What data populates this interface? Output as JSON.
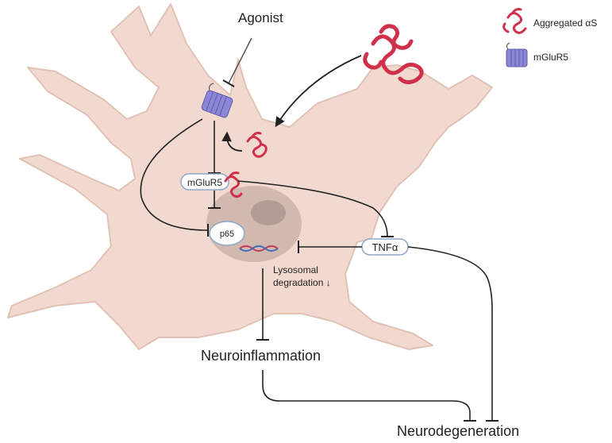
{
  "labels": {
    "agonist": "Agonist",
    "mglur5_box": "mGluR5",
    "p65": "p65",
    "tnfa": "TNFα",
    "lysosomal_line1": "Lysosomal",
    "lysosomal_line2": "degradation ↓",
    "neuroinflammation": "Neuroinflammation",
    "neurodegeneration": "Neurodegeneration"
  },
  "legend": {
    "items": [
      {
        "label": "Aggregated αS",
        "icon": "aggregated-alpha-synuclein-icon"
      },
      {
        "label": "mGluR5",
        "icon": "mglur5-receptor-icon"
      }
    ]
  },
  "colors": {
    "cell_fill": "#f2d9cf",
    "cell_stroke": "#d9b8aa",
    "nucleus": "#cbb3aa",
    "nucleolus": "#b39c94",
    "receptor": "#8c86d6",
    "aggregate": "#d0314a",
    "box_stroke": "#8fa8c8",
    "line": "#222222"
  }
}
